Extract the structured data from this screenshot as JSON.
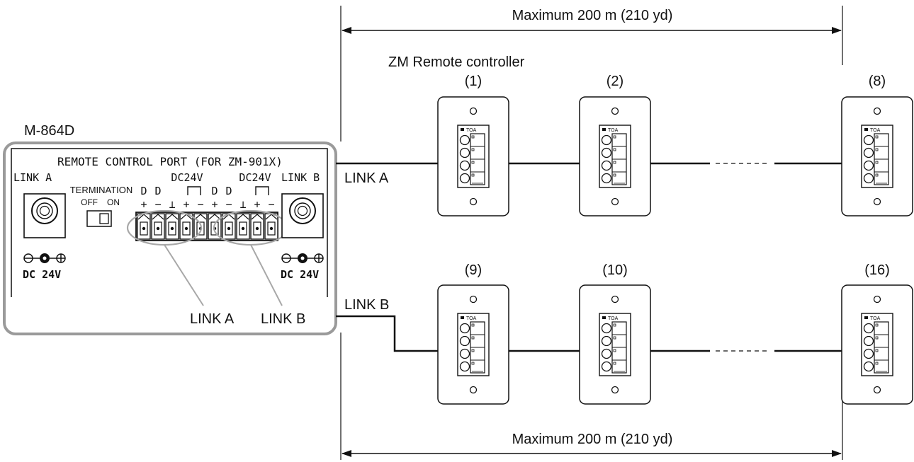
{
  "top_dimension": {
    "label": "Maximum 200 m (210 yd)"
  },
  "bottom_dimension": {
    "label": "Maximum 200 m (210 yd)"
  },
  "controller_group_label": "ZM Remote controller",
  "device": {
    "model": "M-864D",
    "panel_title": "REMOTE CONTROL PORT (FOR ZM-901X)",
    "link_a_jack": "LINK A",
    "link_b_jack": "LINK B",
    "termination": "TERMINATION",
    "switch_off": "OFF",
    "switch_on": "ON",
    "dc24v_left": "DC24V",
    "dc24v_right": "DC24V",
    "pin_labels_top": [
      "D",
      "D",
      "",
      "",
      "",
      "D",
      "D",
      "",
      "",
      ""
    ],
    "pin_labels_bottom": [
      "+",
      "−",
      "⊥",
      "+",
      "−",
      "+",
      "−",
      "⊥",
      "+",
      "−"
    ],
    "dc_left": "DC 24V",
    "dc_right": "DC 24V",
    "callout_link_a": "LINK A",
    "callout_link_b": "LINK B"
  },
  "lines": {
    "link_a": "LINK A",
    "link_b": "LINK B"
  },
  "controllers": [
    {
      "label": "(1)"
    },
    {
      "label": "(2)"
    },
    {
      "label": "(8)"
    },
    {
      "label": "(9)"
    },
    {
      "label": "(10)"
    },
    {
      "label": "(16)"
    }
  ],
  "controller_brand": "TOA"
}
